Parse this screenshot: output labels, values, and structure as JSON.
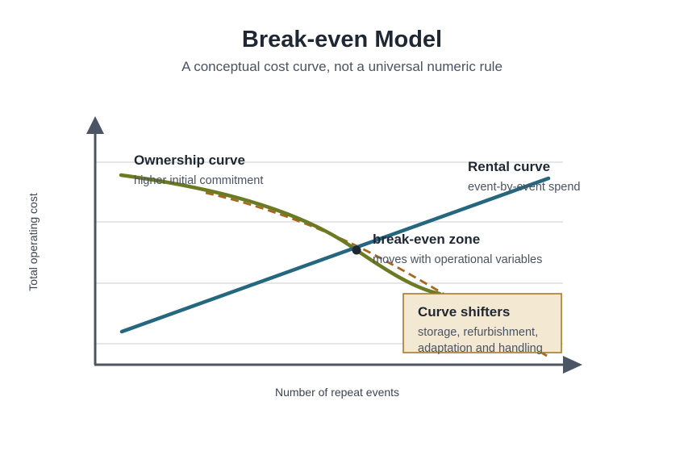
{
  "title": "Break-even Model",
  "subtitle": "A conceptual cost curve, not a universal numeric rule",
  "axes": {
    "y_label": "Total operating cost",
    "x_label": "Number of repeat events"
  },
  "ownership": {
    "label": "Ownership curve",
    "note": "higher initial commitment"
  },
  "rental": {
    "label": "Rental curve",
    "note": "event-by-event spend"
  },
  "breakeven": {
    "label": "break-even zone",
    "note": "moves with operational variables"
  },
  "shifters": {
    "title": "Curve shifters",
    "line1": "storage, refurbishment,",
    "line2": "adaptation and handling"
  },
  "colors": {
    "ownership_curve": "#6b7a23",
    "shifted_curve": "#a8661f",
    "rental_curve": "#24677f",
    "axis": "#4b5563",
    "gridline": "#dedede",
    "breakeven_point": "#1f2733",
    "shifters_box_fill": "#f3e8d2",
    "shifters_box_border": "#a67a2a"
  }
}
